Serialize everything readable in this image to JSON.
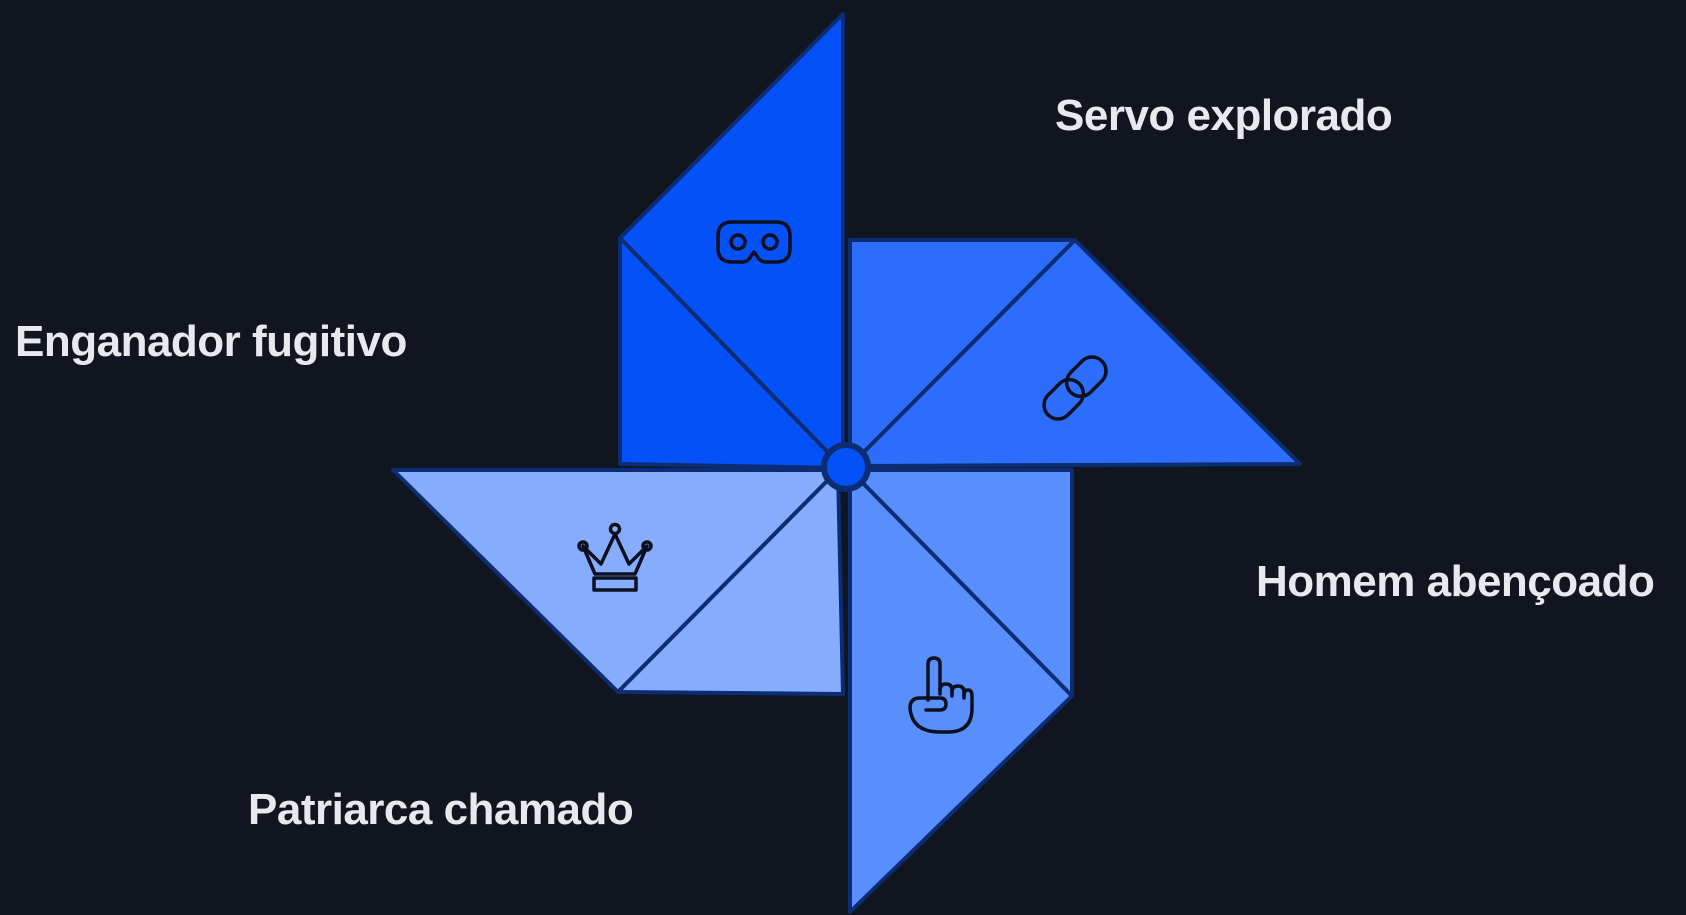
{
  "labels": {
    "top_right": "Servo explorado",
    "left": "Enganador fugitivo",
    "right": "Homem abençoado",
    "bottom_left": "Patriarca chamado"
  },
  "blades": [
    {
      "id": "top",
      "color": "#0551f8",
      "icon": "mask-icon"
    },
    {
      "id": "right",
      "color": "#2c6dfc",
      "icon": "chain-link-icon"
    },
    {
      "id": "bottom",
      "color": "#598ffc",
      "icon": "pointing-finger-icon"
    },
    {
      "id": "left",
      "color": "#86acfd",
      "icon": "crown-icon"
    }
  ],
  "colors": {
    "background": "#10151f",
    "outline": "#0c2c73",
    "label_text": "#e8e9ee",
    "icon_stroke": "#0b1020"
  }
}
